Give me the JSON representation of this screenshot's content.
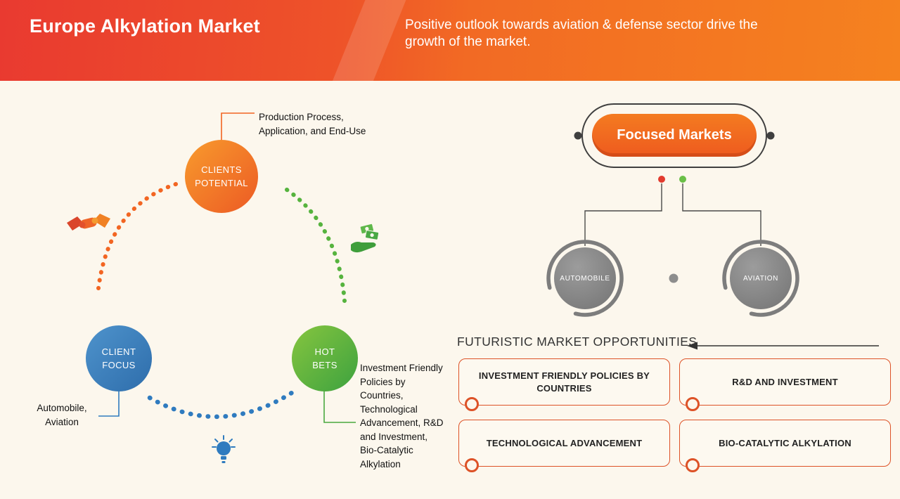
{
  "header": {
    "title": "Europe Alkylation Market",
    "subtitle": "Positive outlook towards aviation & defense sector drive the\ngrowth of the market."
  },
  "cycle": {
    "clients_potential": {
      "label": "CLIENTS\nPOTENTIAL",
      "note": "Production Process,\nApplication, and End-Use"
    },
    "client_focus": {
      "label": "CLIENT\nFOCUS",
      "note": "Automobile,\nAviation"
    },
    "hot_bets": {
      "label": "HOT\nBETS",
      "note": "Investment Friendly\nPolicies by\nCountries,\nTechnological\nAdvancement, R&D\nand Investment,\nBio-Catalytic\nAlkylation"
    },
    "icons": {
      "left": "handshake-icon",
      "right": "money-hand-icon",
      "bottom": "lightbulb-icon"
    }
  },
  "focused_markets": {
    "title": "Focused Markets",
    "nodes": [
      {
        "label": "AUTOMOBILE"
      },
      {
        "label": "AVIATION"
      }
    ]
  },
  "opportunities": {
    "title": "FUTURISTIC MARKET OPPORTUNITIES",
    "items": [
      {
        "label": "INVESTMENT FRIENDLY POLICIES BY COUNTRIES"
      },
      {
        "label": "R&D AND INVESTMENT"
      },
      {
        "label": "TECHNOLOGICAL ADVANCEMENT"
      },
      {
        "label": "BIO-CATALYTIC ALKYLATION"
      }
    ]
  },
  "colors": {
    "header_gradient_start": "#e93a30",
    "header_gradient_end": "#f5821f",
    "accent_orange": "#f26522",
    "accent_blue": "#2f7bbf",
    "accent_green": "#56b33e",
    "box_border": "#dd5227",
    "node_gray": "#8a8a8a",
    "background": "#fcf7ed"
  }
}
